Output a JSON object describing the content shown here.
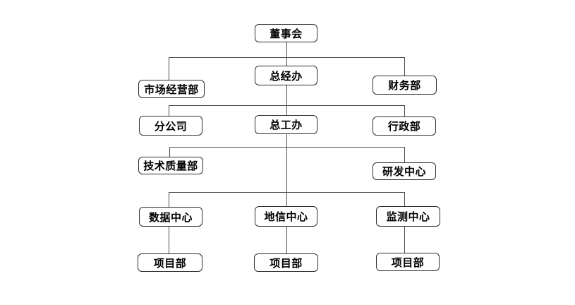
{
  "diagram": {
    "type": "organization-chart",
    "background_color": "#ffffff",
    "line_color": "#4a4a4a",
    "box_border_color": "#2e2e2e",
    "text_color": "#000000",
    "nodes": {
      "board": "董事会",
      "gm_office": "总经办",
      "marketing_dept": "市场经营部",
      "finance_dept": "财务部",
      "branch_company": "分公司",
      "chief_engineer_office": "总工办",
      "admin_dept": "行政部",
      "tech_quality_dept": "技术质量部",
      "rnd_center": "研发中心",
      "data_center": "数据中心",
      "geoinfo_center": "地信中心",
      "monitoring_center": "监测中心",
      "project_dept_1": "项目部",
      "project_dept_2": "项目部",
      "project_dept_3": "项目部"
    },
    "edges": [
      [
        "board",
        "marketing_dept"
      ],
      [
        "board",
        "gm_office"
      ],
      [
        "board",
        "finance_dept"
      ],
      [
        "gm_office",
        "branch_company"
      ],
      [
        "gm_office",
        "chief_engineer_office"
      ],
      [
        "gm_office",
        "admin_dept"
      ],
      [
        "chief_engineer_office",
        "tech_quality_dept"
      ],
      [
        "chief_engineer_office",
        "rnd_center"
      ],
      [
        "chief_engineer_office",
        "data_center"
      ],
      [
        "chief_engineer_office",
        "geoinfo_center"
      ],
      [
        "chief_engineer_office",
        "monitoring_center"
      ],
      [
        "data_center",
        "project_dept_1"
      ],
      [
        "geoinfo_center",
        "project_dept_2"
      ],
      [
        "monitoring_center",
        "project_dept_3"
      ]
    ]
  }
}
